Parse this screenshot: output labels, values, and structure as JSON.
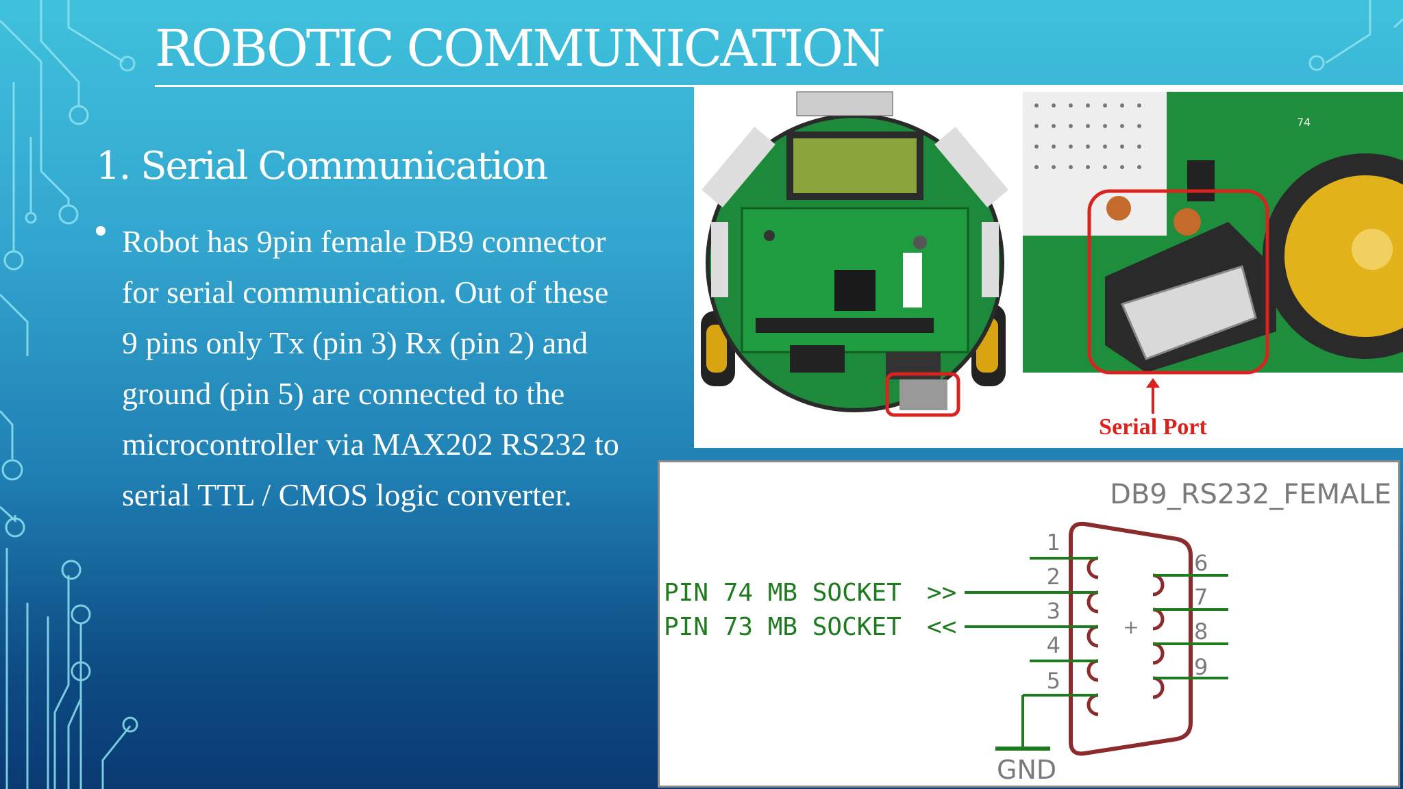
{
  "slide": {
    "title": "ROBOTIC COMMUNICATION",
    "subtitle": "1. Serial Communication",
    "bullet_lines": [
      "Robot has 9pin female DB9 connector",
      "for serial communication. Out of these",
      "9 pins only Tx (pin 3) Rx (pin 2) and",
      "ground (pin 5) are connected to the",
      "microcontroller via MAX202 RS232 to",
      "serial TTL / CMOS logic converter."
    ]
  },
  "photo": {
    "serial_port_label": "Serial Port",
    "board_text_74": "74"
  },
  "schematic": {
    "part_name": "DB9_RS232_FEMALE",
    "left_pins": [
      "1",
      "2",
      "3",
      "4",
      "5"
    ],
    "right_pins": [
      "6",
      "7",
      "8",
      "9"
    ],
    "net_tx": "PIN 74 MB SOCKET",
    "net_rx": "PIN 73 MB SOCKET",
    "tx_arrow": ">>",
    "rx_arrow": "<<",
    "ground": "GND",
    "center_mark": "+"
  },
  "colors": {
    "highlight_red": "#d9231f",
    "wire_green": "#1d7a1d",
    "connector_outline": "#8b2b2b"
  }
}
